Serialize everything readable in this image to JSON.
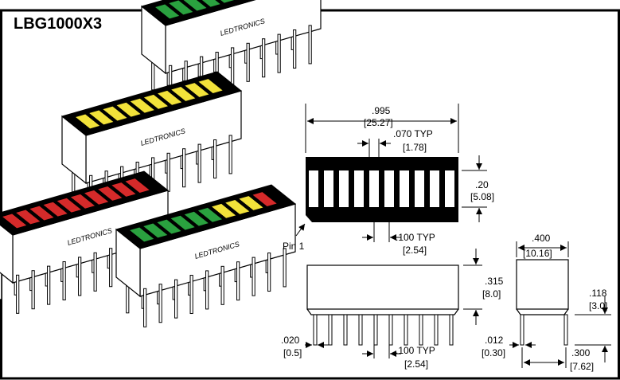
{
  "header": {
    "title_fragment": "graph"
  },
  "part_number": "LBG1000X3",
  "led_displays": [
    {
      "bar_colors": [
        "green",
        "green",
        "green",
        "green",
        "green",
        "green",
        "green",
        "green",
        "green",
        "green"
      ],
      "brand": "LEDTRONICS"
    },
    {
      "bar_colors": [
        "yellow",
        "yellow",
        "yellow",
        "yellow",
        "yellow",
        "yellow",
        "yellow",
        "yellow",
        "yellow",
        "yellow"
      ],
      "brand": "LEDTRONICS"
    },
    {
      "bar_colors": [
        "red",
        "red",
        "red",
        "red",
        "red",
        "red",
        "red",
        "red",
        "red",
        "red"
      ],
      "brand": "LEDTRONICS"
    },
    {
      "bar_colors": [
        "green",
        "green",
        "green",
        "green",
        "green",
        "green",
        "yellow",
        "yellow",
        "yellow",
        "red"
      ],
      "brand": "LEDTRONICS"
    }
  ],
  "colors": {
    "green": "#2aa13f",
    "yellow": "#f2e23a",
    "red": "#d52a2a",
    "title_blue": "#1a7fc1"
  },
  "dimensions": {
    "overall_width": ".995",
    "overall_width_mm": "[25.27]",
    "segment_width": ".070 TYP",
    "segment_width_mm": "[1.78]",
    "segment_height": ".20",
    "segment_height_mm": "[5.08]",
    "segment_pitch": ".100 TYP",
    "segment_pitch_mm": "[2.54]",
    "pin1": "Pin 1",
    "body_height": ".315",
    "body_height_mm": "[8.0]",
    "pin_width": ".020",
    "pin_width_mm": "[0.5]",
    "pin_pitch": ".100 TYP",
    "pin_pitch_mm": "[2.54]",
    "body_depth": ".400",
    "body_depth_mm": "[10.16]",
    "standoff": ".118",
    "standoff_mm": "[3.0]",
    "pin_thickness": ".012",
    "pin_thickness_mm": "[0.30]",
    "row_spacing": ".300",
    "row_spacing_mm": "[7.62]"
  }
}
